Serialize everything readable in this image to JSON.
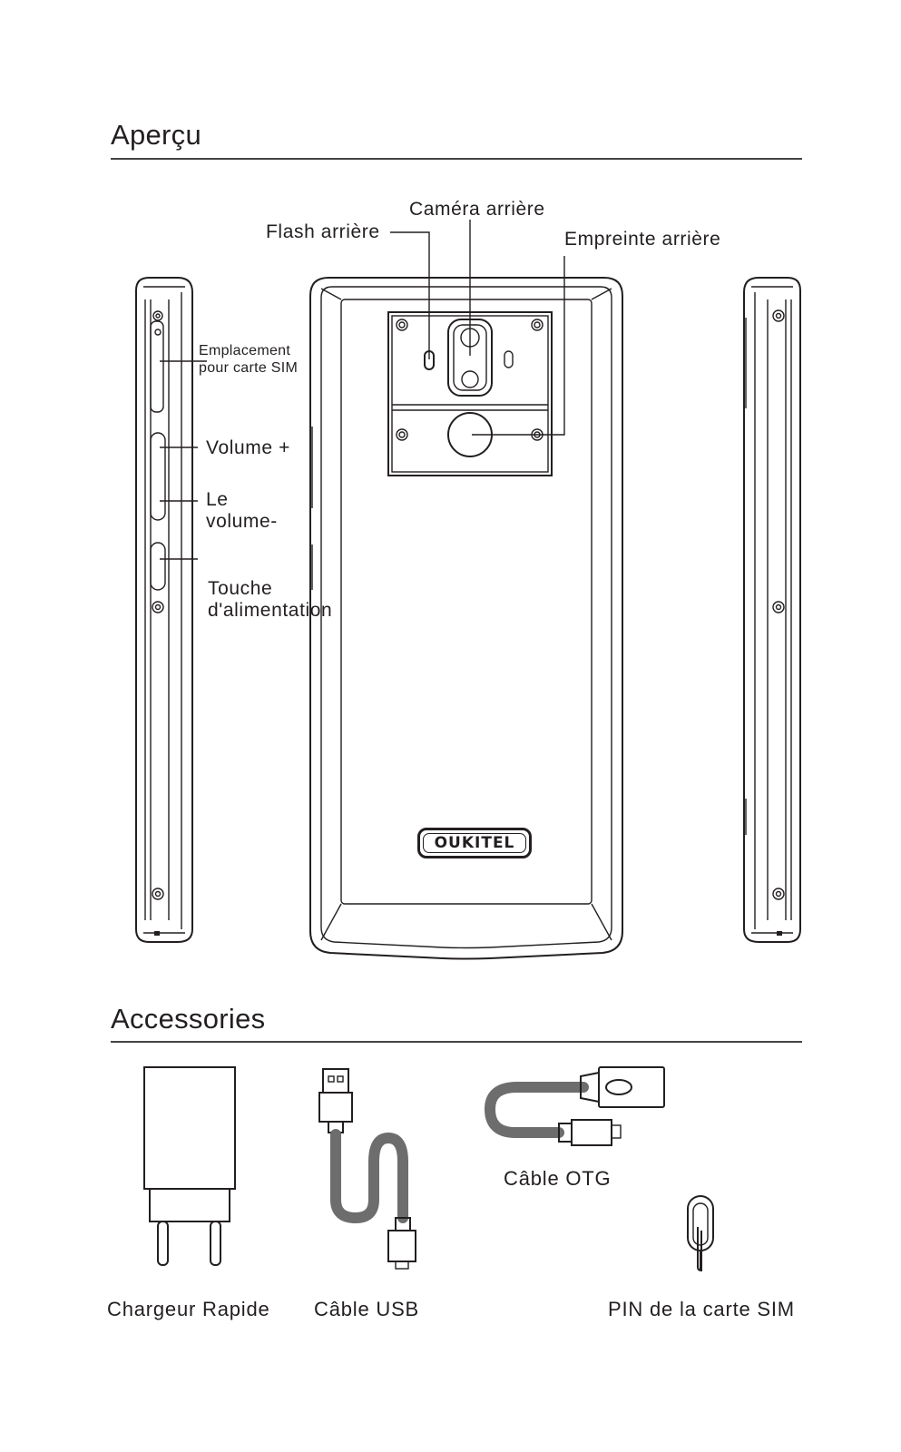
{
  "overview": {
    "title": "Aperçu",
    "labels": {
      "rear_flash": "Flash arrière",
      "rear_camera": "Caméra arrière",
      "rear_fingerprint": "Empreinte arrière",
      "sim_slot_line1": "Emplacement",
      "sim_slot_line2": "pour carte SIM",
      "volume_up": "Volume +",
      "volume_down_line1": "Le",
      "volume_down_line2": "volume-",
      "power_line1": "Touche",
      "power_line2": "d'alimentation"
    },
    "brand_logo": "OUKITEL"
  },
  "accessories": {
    "title": "Accessories",
    "items": [
      {
        "label": "Chargeur Rapide",
        "icon": "charger-icon"
      },
      {
        "label": "Câble USB",
        "icon": "usb-cable-icon"
      },
      {
        "label": "Câble OTG",
        "icon": "otg-cable-icon"
      },
      {
        "label": "PIN de la carte SIM",
        "icon": "sim-pin-icon"
      }
    ]
  }
}
